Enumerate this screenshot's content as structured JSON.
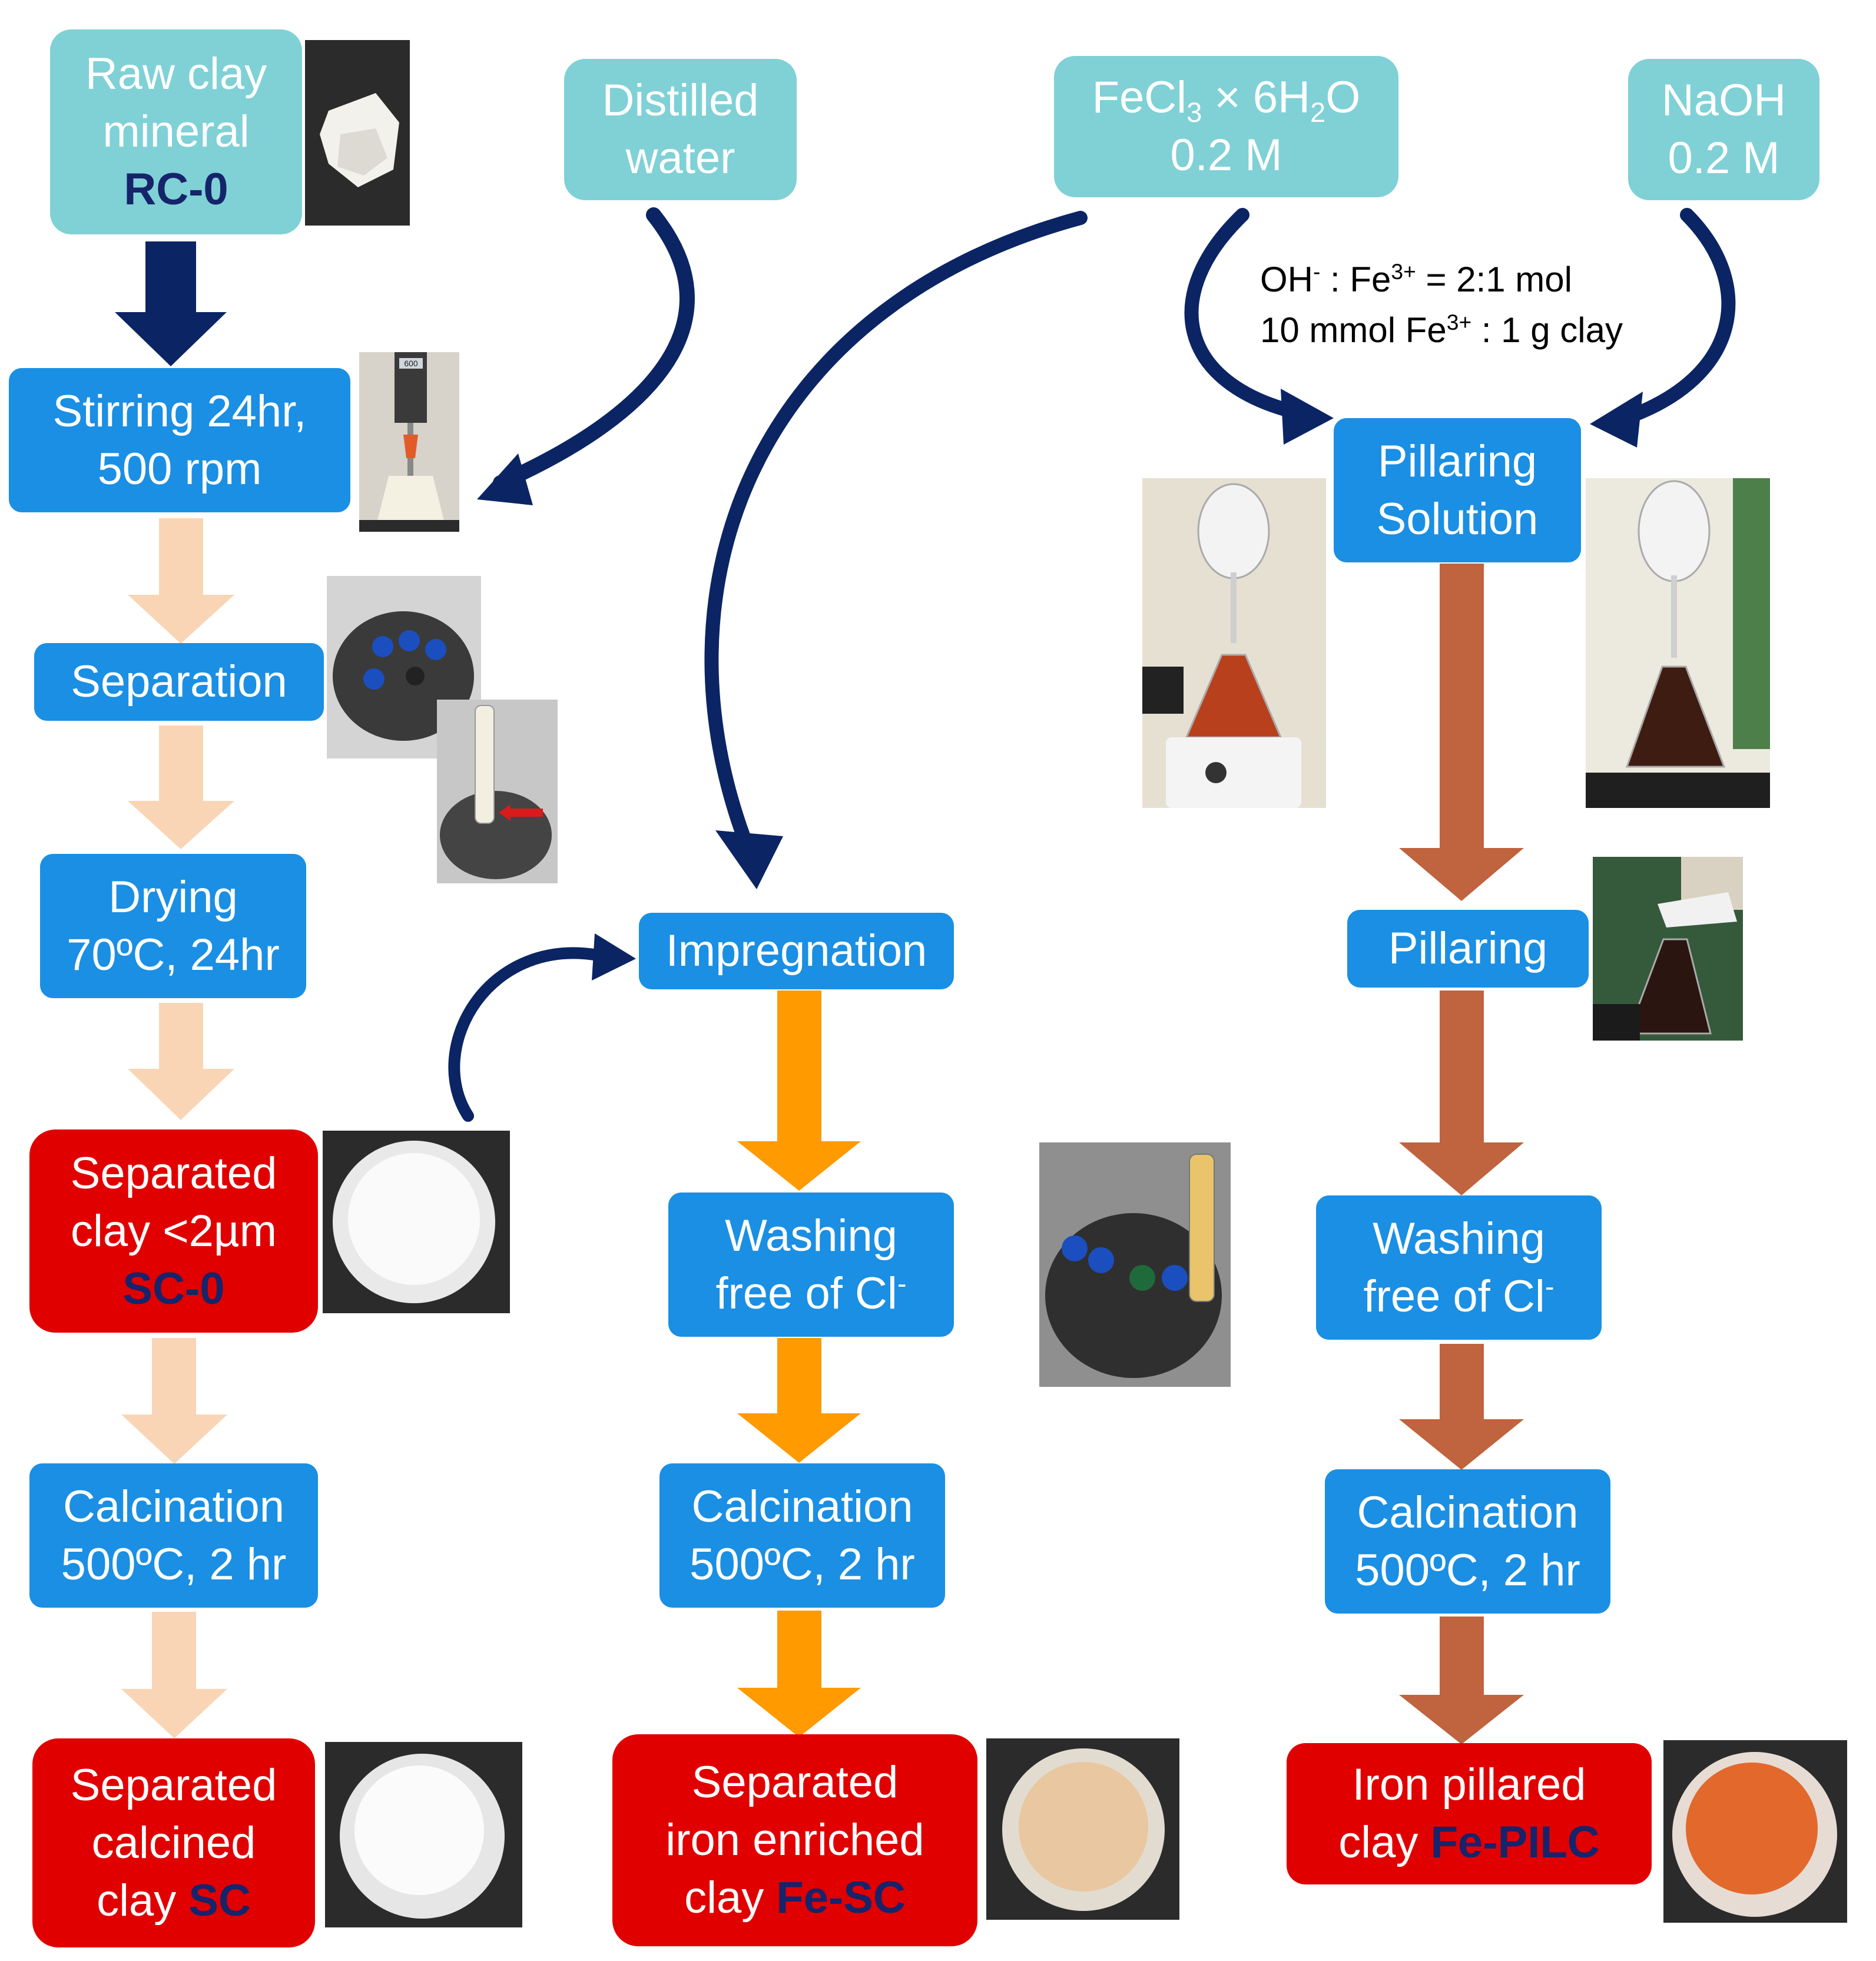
{
  "colors": {
    "teal_box": "#7fd1d6",
    "blue_box": "#1a8fe3",
    "red_box": "#e00000",
    "code_text": "#16246b",
    "navy_arrow": "#0b2463",
    "peach_arrow": "#f9d5b6",
    "orange_arrow": "#ff9a00",
    "brown_arrow": "#c0633f"
  },
  "inputs": {
    "raw_clay": {
      "line1": "Raw clay",
      "line2": "mineral",
      "code": "RC-0"
    },
    "water": {
      "line1": "Distilled",
      "line2": "water"
    },
    "fecl3": {
      "formula_a": "FeCl",
      "sub_a": "3",
      "formula_b": " × 6H",
      "sub_b": "2",
      "formula_c": "O",
      "conc": "0.2 M"
    },
    "naoh": {
      "line1": "NaOH",
      "line2": "0.2 M"
    }
  },
  "ratio_note": {
    "line1_a": "OH",
    "line1_sup_a": "-",
    "line1_b": " : Fe",
    "line1_sup_b": "3+",
    "line1_c": " = 2:1 mol",
    "line2_a": "10 mmol Fe",
    "line2_sup": "3+",
    "line2_b": " : 1 g clay"
  },
  "left_path": {
    "stirring": {
      "line1": "Stirring 24hr,",
      "line2": "500 rpm"
    },
    "separation": {
      "label": "Separation"
    },
    "drying": {
      "line1": "Drying",
      "line2": "70ºC, 24hr"
    },
    "separated": {
      "line1": "Separated",
      "line2": "clay <2µm",
      "code": "SC-0"
    },
    "calcination": {
      "line1": "Calcination",
      "line2": "500ºC, 2 hr"
    },
    "product": {
      "line1": "Separated",
      "line2": "calcined",
      "line3": "clay ",
      "code": "SC"
    }
  },
  "middle_path": {
    "impregnation": {
      "label": "Impregnation"
    },
    "washing": {
      "line1": "Washing",
      "line2": "free of Cl",
      "sup": "-"
    },
    "calcination": {
      "line1": "Calcination",
      "line2": "500ºC, 2 hr"
    },
    "product": {
      "line1": "Separated",
      "line2": "iron enriched",
      "line3": "clay ",
      "code": "Fe-SC"
    }
  },
  "right_path": {
    "pillaring_solution": {
      "line1": "Pillaring",
      "line2": "Solution"
    },
    "pillaring": {
      "label": "Pillaring"
    },
    "washing": {
      "line1": "Washing",
      "line2": "free of Cl",
      "sup": "-"
    },
    "calcination": {
      "line1": "Calcination",
      "line2": "500ºC, 2 hr"
    },
    "product": {
      "line1": "Iron pillared",
      "line2": "clay ",
      "code": "Fe-PILC"
    }
  },
  "stirrer_display": "600"
}
